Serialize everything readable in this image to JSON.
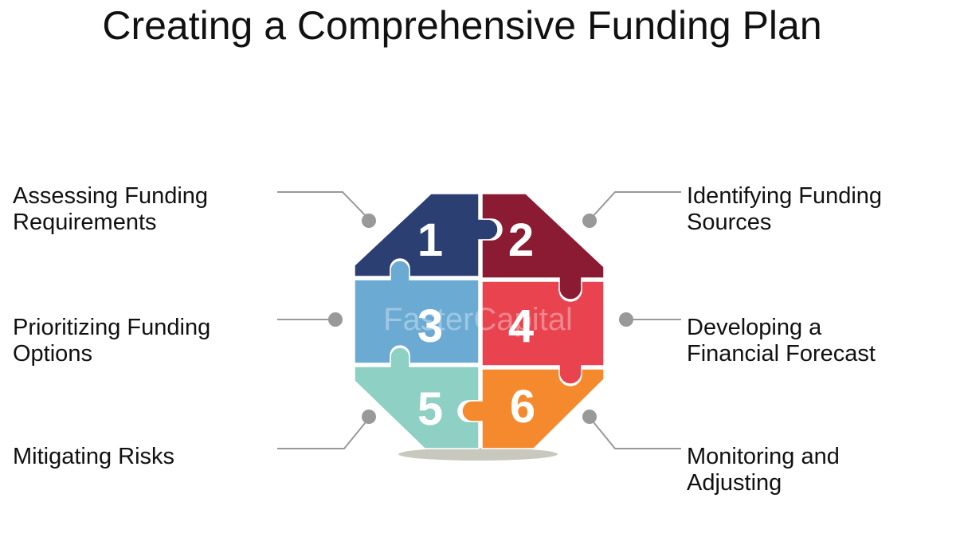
{
  "title": "Creating a Comprehensive Funding Plan",
  "steps": [
    {
      "number": "1",
      "label_lines": [
        "Assessing Funding",
        "Requirements"
      ],
      "color": "#2b3f73"
    },
    {
      "number": "2",
      "label_lines": [
        "Identifying Funding",
        "Sources"
      ],
      "color": "#8b1b32"
    },
    {
      "number": "3",
      "label_lines": [
        "Prioritizing Funding",
        "Options"
      ],
      "color": "#6aaad3"
    },
    {
      "number": "4",
      "label_lines": [
        "Developing a",
        "Financial Forecast"
      ],
      "color": "#e8434f"
    },
    {
      "number": "5",
      "label_lines": [
        "Mitigating Risks"
      ],
      "color": "#8fd0c4"
    },
    {
      "number": "6",
      "label_lines": [
        "Monitoring and",
        "Adjusting"
      ],
      "color": "#f5892e"
    }
  ],
  "connector_color": "#999999",
  "watermark": "FasterCapital"
}
